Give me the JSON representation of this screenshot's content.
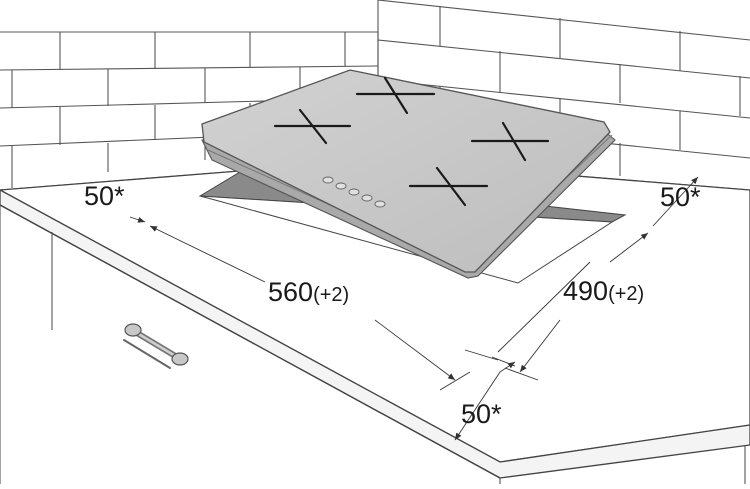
{
  "diagram": {
    "dimensions": {
      "clearance_rear": "50*",
      "clearance_side": "50*",
      "clearance_front": "50*",
      "cutout_width": "560",
      "cutout_width_tolerance": "(+2)",
      "cutout_depth": "490",
      "cutout_depth_tolerance": "(+2)"
    },
    "colors": {
      "line": "#3a3a3a",
      "hob_top": "#c9c9c9",
      "hob_edge": "#9e9e9e",
      "counter": "#ffffff",
      "wall": "#ffffff"
    },
    "icons": [
      "cooktop-illustration",
      "burner-cross-icon",
      "drawer-handle-icon",
      "dimension-arrow-icon"
    ]
  }
}
